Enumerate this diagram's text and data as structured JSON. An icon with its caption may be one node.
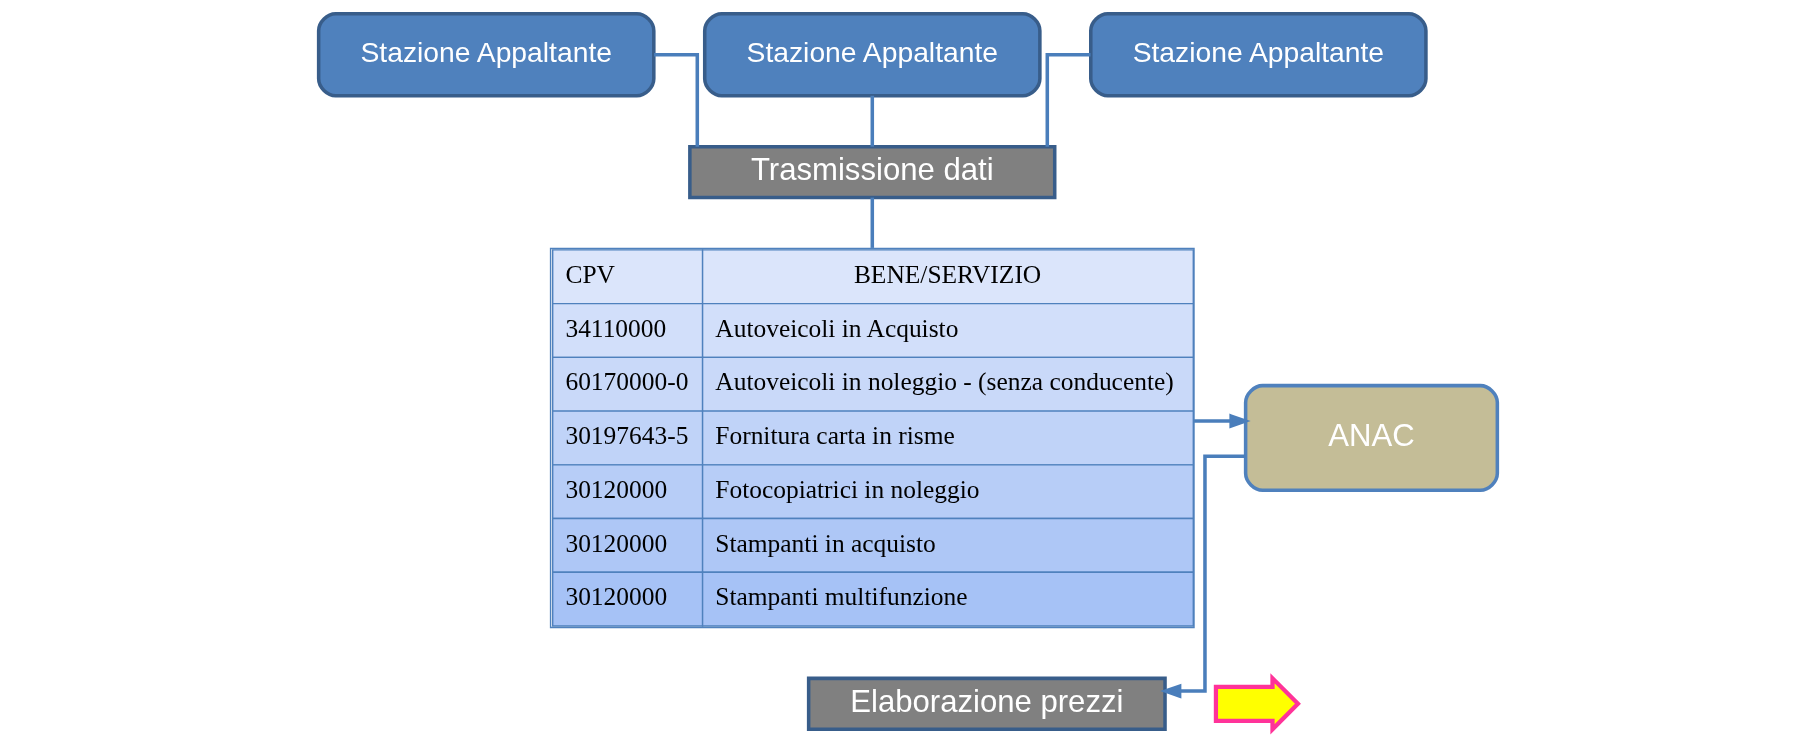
{
  "diagram": {
    "nodes": [
      {
        "text": [
          "Stazione Appaltante"
        ]
      },
      {
        "text": [
          "Stazione Appaltante"
        ]
      },
      {
        "text": [
          "Stazione Appaltante"
        ]
      },
      {
        "text": [
          "Trasmissione dati"
        ]
      },
      {
        "text": [
          "CPV",
          "BENE/SERVIZIO",
          "34110000",
          "Autoveicoli in Acquisto",
          "60170000-0",
          "Autoveicoli in noleggio - (senza conducente)",
          "30197643-5",
          "Fornitura carta in risme",
          "30120000",
          "Fotocopiatrici in noleggio",
          "30120000",
          "Stampanti in acquisto",
          "30120000",
          "Stampanti multifunzione"
        ]
      },
      {
        "text": [
          "ANAC"
        ]
      },
      {
        "text": [
          "Elaborazione prezzi"
        ]
      },
      {
        "text": [],
        "shape": "arrow"
      }
    ],
    "edges": [
      {
        "from": 0,
        "to": 3,
        "arrow": "none"
      },
      {
        "from": 1,
        "to": 3,
        "arrow": "none"
      },
      {
        "from": 2,
        "to": 3,
        "arrow": "none"
      },
      {
        "from": 3,
        "to": 4,
        "arrow": "none"
      },
      {
        "from": 4,
        "to": 5,
        "arrow": "to"
      },
      {
        "from": 5,
        "to": 6,
        "arrow": "to"
      }
    ]
  }
}
